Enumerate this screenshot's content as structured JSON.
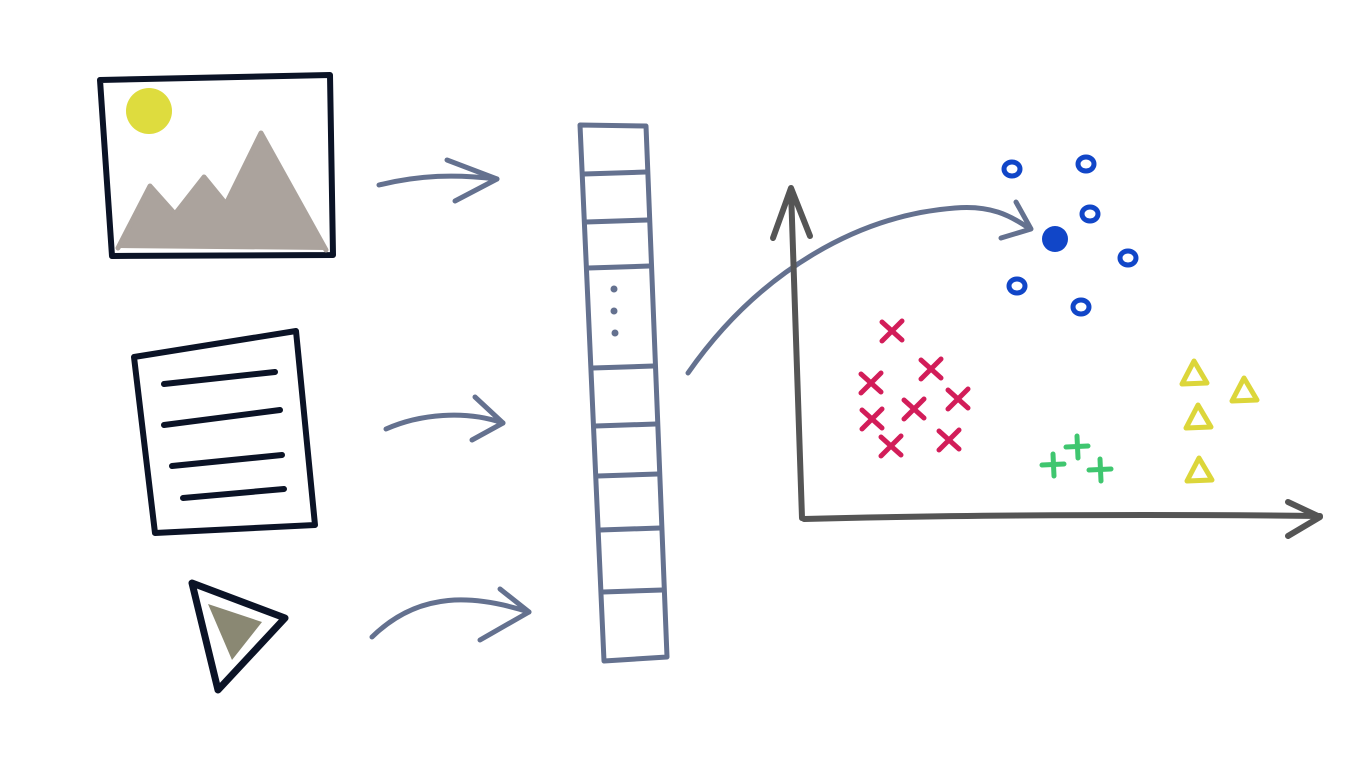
{
  "palette": {
    "ink": "#0b1326",
    "arrow": "#64718f",
    "axis": "#555555",
    "sun": "#dedc3e",
    "mountain": "#aba39d",
    "clip": "#8a8873",
    "cross_cluster": "#d21d59",
    "circle_cluster": "#1146c8",
    "plus_cluster": "#3fc66f",
    "triangle_cluster": "#dcd63a"
  },
  "inputs": [
    {
      "name": "image-icon",
      "kind": "image"
    },
    {
      "name": "document-icon",
      "kind": "text"
    },
    {
      "name": "play-icon",
      "kind": "video"
    }
  ],
  "embedding": {
    "cells_above_ellipsis": 3,
    "cells_below_ellipsis": 5
  },
  "scatter": {
    "clusters": [
      {
        "marker": "circle",
        "points": 7,
        "has_center": true
      },
      {
        "marker": "cross",
        "points": 8
      },
      {
        "marker": "plus",
        "points": 3
      },
      {
        "marker": "triangle",
        "points": 4
      }
    ]
  }
}
